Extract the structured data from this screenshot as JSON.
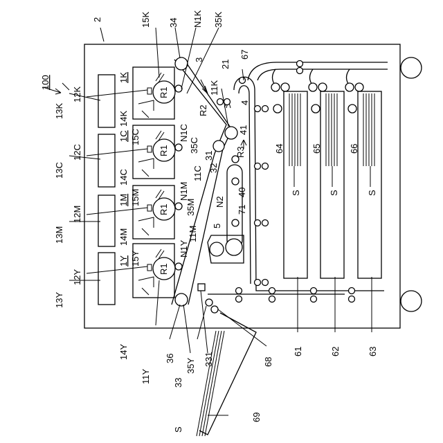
{
  "labels": {
    "device": "100",
    "body": "2",
    "belt": "3",
    "transfer": "4",
    "fixing": "5",
    "stations": [
      {
        "station": "1K",
        "developer": "12K",
        "cartridge": "13K",
        "cleaner": "14K",
        "charger": "15K",
        "drum": "R1",
        "nip": "N1K",
        "roller": "35K",
        "backup": "11K"
      },
      {
        "station": "1C",
        "developer": "12C",
        "cartridge": "13C",
        "cleaner": "14C",
        "charger": "15C",
        "drum": "R1",
        "nip": "N1C",
        "roller": "35C",
        "backup": "11C"
      },
      {
        "station": "1M",
        "developer": "12M",
        "cartridge": "13M",
        "cleaner": "14M",
        "charger": "15M",
        "drum": "R1",
        "nip": "N1M",
        "roller": "35M",
        "backup": "11M"
      },
      {
        "station": "1Y",
        "developer": "12Y",
        "cartridge": "13Y",
        "cleaner": "14Y",
        "charger": "15Y",
        "drum": "R1",
        "nip": "N1Y",
        "roller": "35Y",
        "backup": "11Y"
      }
    ],
    "roller_34": "34",
    "roller_21": "21",
    "r2": "R2",
    "r3": "R3",
    "roller_31": "31",
    "roller_41": "41",
    "roller_32": "32",
    "roller_40": "40",
    "n2": "N2",
    "roller_71": "71",
    "roller_67": "67",
    "cassette_64": "64",
    "cassette_65": "65",
    "cassette_66": "66",
    "sheet_s": "S",
    "tray_61": "61",
    "tray_62": "62",
    "tray_63": "63",
    "roller_36": "36",
    "roller_33": "33",
    "sensor_331": "331",
    "roller_68": "68",
    "tray_69": "69"
  }
}
